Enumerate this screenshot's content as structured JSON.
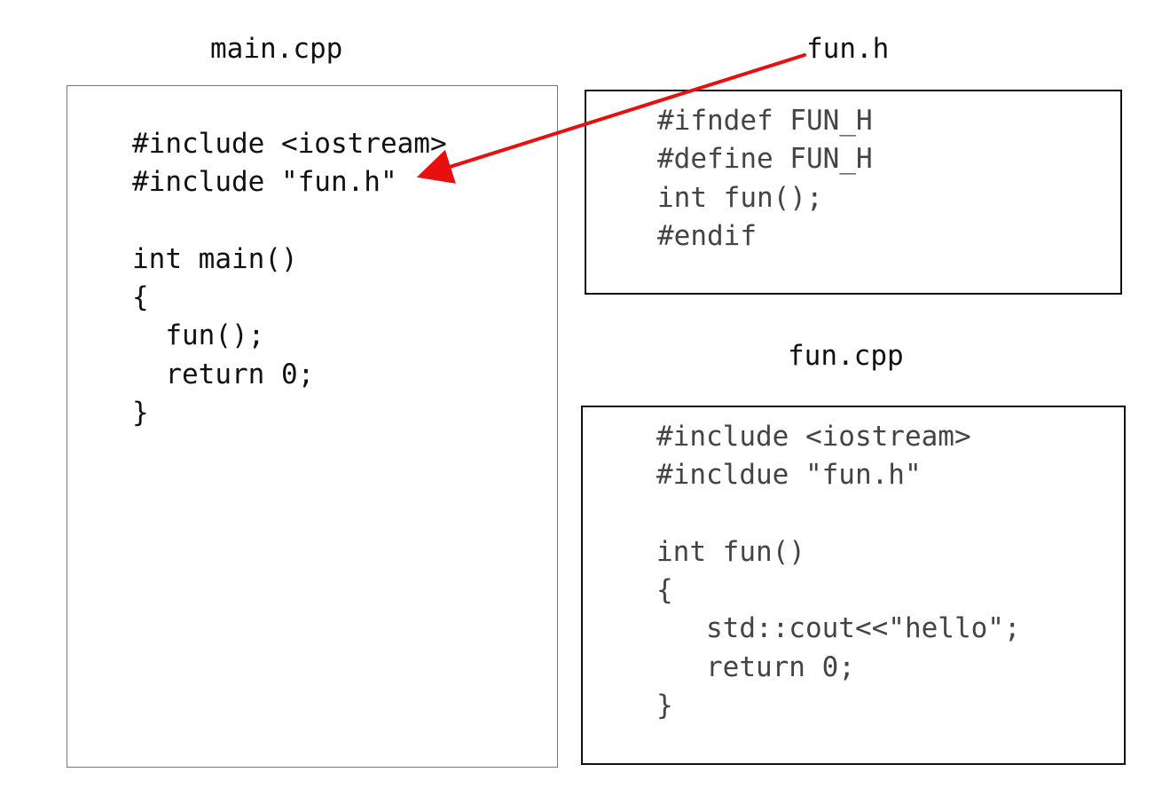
{
  "files": {
    "main": {
      "title": "main.cpp",
      "code": "#include <iostream>\n#include \"fun.h\"\n\nint main()\n{\n  fun();\n  return 0;\n}"
    },
    "fun_h": {
      "title": "fun.h",
      "code": "#ifndef FUN_H\n#define FUN_H\nint fun();\n#endif"
    },
    "fun_cpp": {
      "title": "fun.cpp",
      "code": "#include <iostream>\n#incldue \"fun.h\"\n\nint fun()\n{\n   std::cout<<\"hello\";\n   return 0;\n}"
    }
  },
  "colors": {
    "arrow": "#e8100f"
  }
}
